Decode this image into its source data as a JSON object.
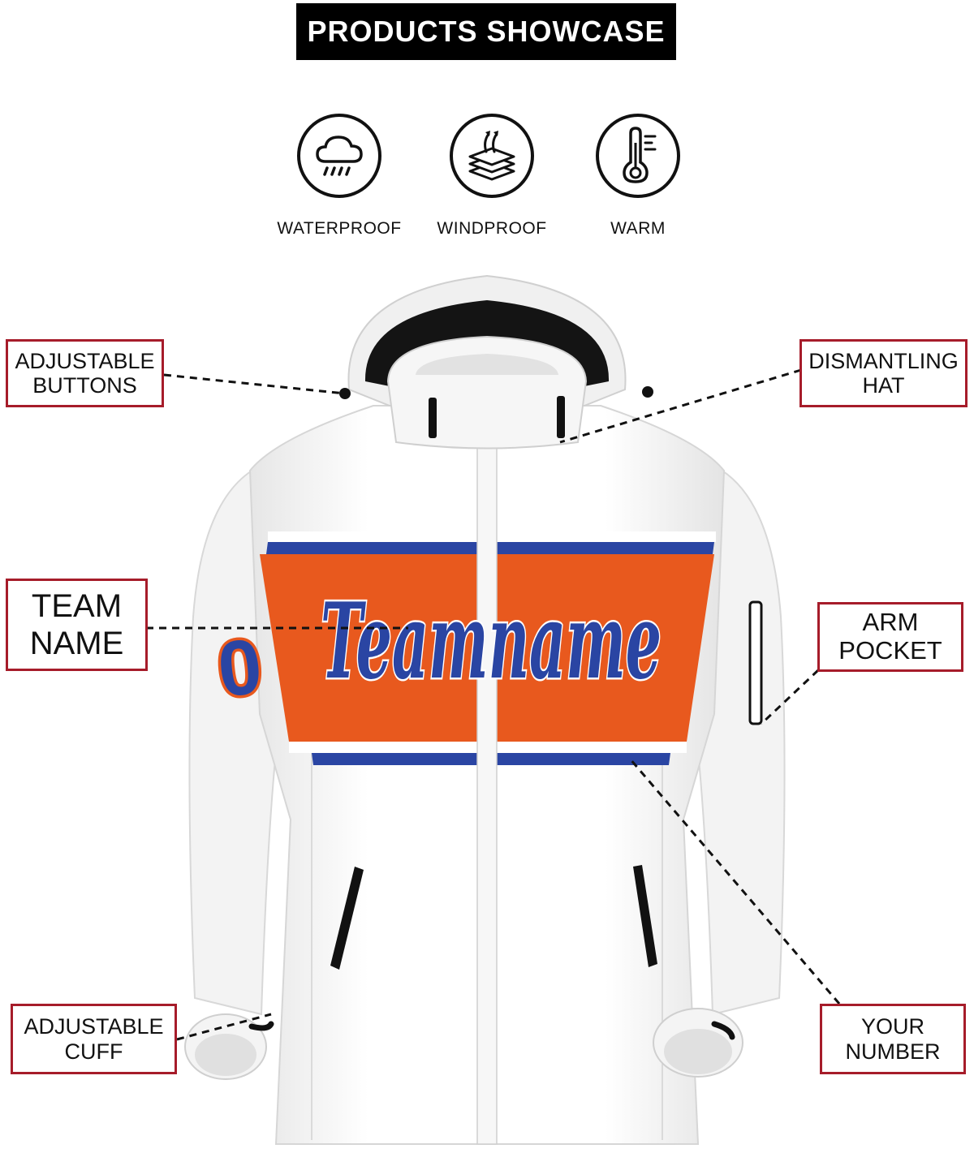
{
  "header": {
    "title": "PRODUCTS SHOWCASE"
  },
  "features": [
    {
      "icon": "rain-cloud-icon",
      "label": "WATERPROOF"
    },
    {
      "icon": "wind-layers-icon",
      "label": "WINDPROOF"
    },
    {
      "icon": "thermometer-icon",
      "label": "WARM"
    }
  ],
  "callouts": {
    "adjustable_buttons": {
      "line1": "ADJUSTABLE",
      "line2": "BUTTONS"
    },
    "dismantling_hat": {
      "line1": "DISMANTLING",
      "line2": "HAT"
    },
    "team_name": {
      "line1": "TEAM",
      "line2": "NAME"
    },
    "arm_pocket": {
      "line1": "ARM",
      "line2": "POCKET"
    },
    "adjustable_cuff": {
      "line1": "ADJUSTABLE",
      "line2": "CUFF"
    },
    "your_number": {
      "line1": "YOUR",
      "line2": "NUMBER"
    }
  },
  "jacket": {
    "team_text": "Teamname",
    "sleeve_number": "0",
    "colors": {
      "body": "#ffffff",
      "band": "#e8591e",
      "stripe": "#2a45a3",
      "trim": "#111111",
      "callout_border": "#a61c2a"
    }
  }
}
